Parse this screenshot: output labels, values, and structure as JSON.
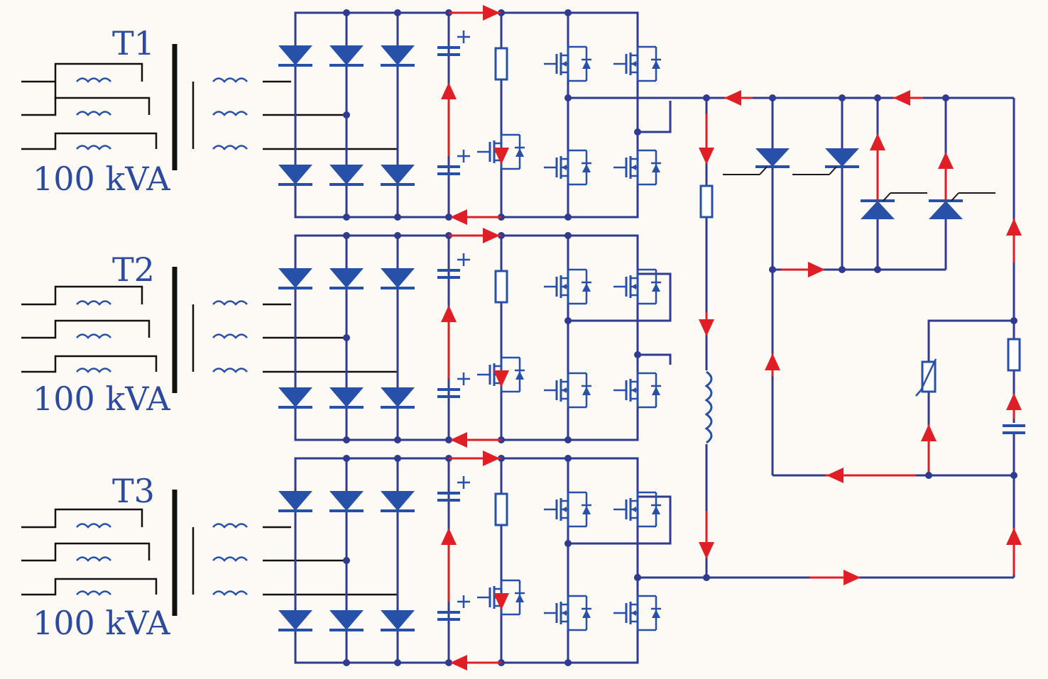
{
  "colors": {
    "background": "#fdf9f4",
    "wire": "#2e3b8e",
    "component": "#2750a8",
    "current_arrow": "#e01e26",
    "transformer": "#111111",
    "label": "#2c4a9e"
  },
  "modules": [
    {
      "transformer_label": "T1",
      "rating_label": "100 kVA"
    },
    {
      "transformer_label": "T2",
      "rating_label": "100 kVA"
    },
    {
      "transformer_label": "T3",
      "rating_label": "100 kVA"
    }
  ]
}
